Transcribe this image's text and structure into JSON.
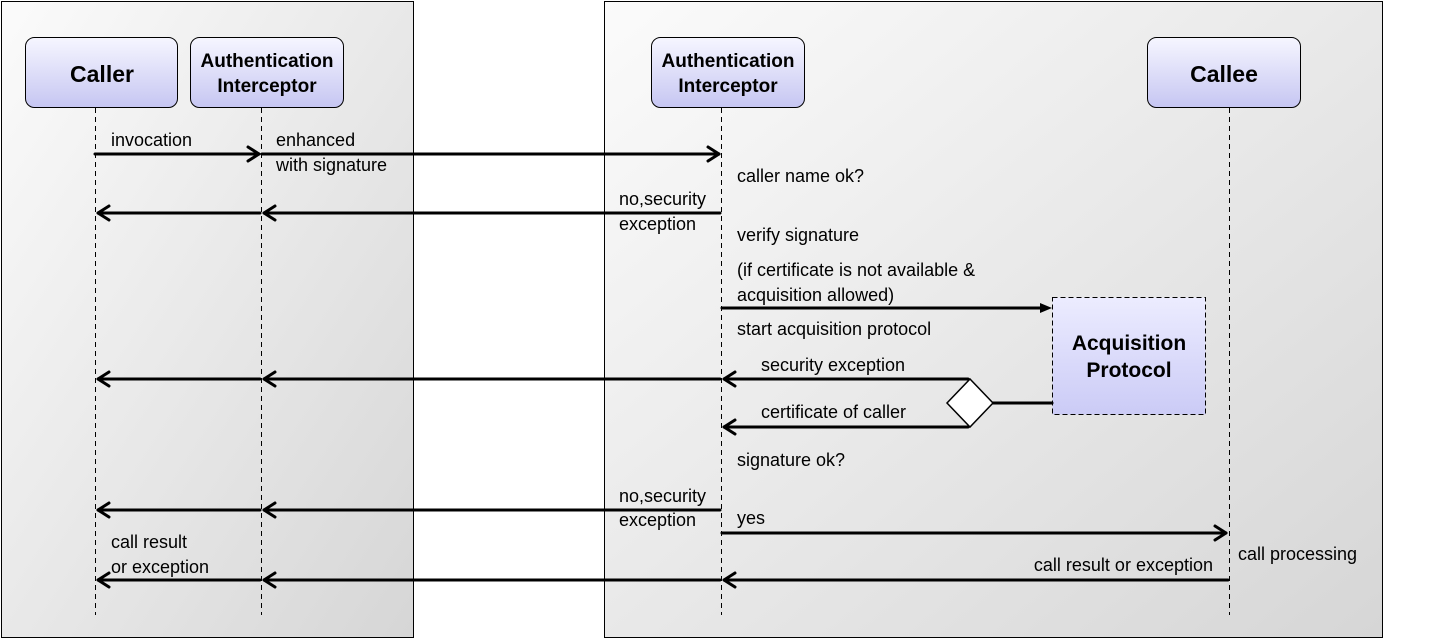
{
  "colors": {
    "panel_light": "#fafafa",
    "panel_dark": "#d9d9d9",
    "actor_top": "#f4f4ff",
    "actor_bottom": "#c8c8f4",
    "line": "#000000"
  },
  "actors": {
    "caller": "Caller",
    "auth_left_1": "Authentication",
    "auth_left_2": "Interceptor",
    "auth_right_1": "Authentication",
    "auth_right_2": "Interceptor",
    "callee": "Callee",
    "acq_1": "Acquisition",
    "acq_2": "Protocol"
  },
  "messages": {
    "invocation": "invocation",
    "enhanced_1": "enhanced",
    "enhanced_2": "with signature",
    "caller_name_ok": "caller name ok?",
    "no_sec_1_a": "no,security",
    "no_sec_1_b": "exception",
    "verify_signature": "verify signature",
    "if_cert_1": "(if certificate is not available &",
    "if_cert_2": "acquisition allowed)",
    "start_acq": "start acquisition protocol",
    "security_exception": "security exception",
    "certificate_of_caller": "certificate of caller",
    "signature_ok": "signature ok?",
    "no_sec_2_a": "no,security",
    "no_sec_2_b": "exception",
    "yes": "yes",
    "call_processing": "call processing",
    "call_result_right": "call result or exception",
    "call_result_left_1": "call result",
    "call_result_left_2": "or exception"
  }
}
